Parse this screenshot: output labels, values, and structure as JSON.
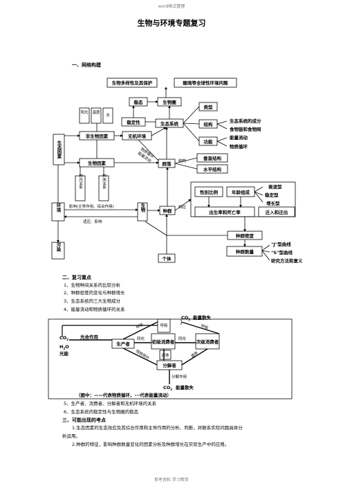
{
  "header": "word格式整理",
  "footer": "参考资料    学习帮手",
  "title": "生物与环境专题复习",
  "section1": "一、网络构建",
  "section2": "二、复习重点",
  "section3": "三、可能出现的考点",
  "focus_points": [
    "1、生物种间关系的比较分析",
    "2、种群密度的变化与种群增长",
    "3、生态系统的三大生物成分",
    "4、能量流动和物质循环的关系"
  ],
  "focus_points_after": [
    "5、生产者、消费者、分解者和无机环境的关系",
    "6、生态系统的稳定性与生物圈的稳态"
  ],
  "exam_points": [
    "1.生态因素的生态效应及其综合作用和主导作用的分析、判断，并联系实际问题具体分",
    "析运用。",
    "2.种群的特征，影响种群数量变化的因素分析及种群增长在实际生产中的应用。"
  ],
  "concept_map": {
    "biodiversity": "生物多样性及其保护",
    "global_env": "酸雨等全球性环境问题",
    "steady_state": "稳态",
    "biosphere": "生物圈",
    "light": "阳光",
    "temperature": "温度",
    "water": "水",
    "stability": "稳定性",
    "ecosystem": "生态系统",
    "types": "类型",
    "structure": "结构",
    "function": "功能",
    "eco_components": "生态系统的成分",
    "food_chain_web": "食物链和食物网",
    "energy_flow": "能量流动",
    "material_cycle": "物质循环",
    "abiotic_factors": "非生物因素",
    "inorganic_env": "无机环境",
    "eco_factors": "生态因素",
    "material_cycle_diag": "物质循环",
    "energy_flow_diag": "能量流动",
    "vertical_structure": "垂直结构",
    "horizontal_structure": "水平结构",
    "biotic_factors": "生物因素",
    "community": "群落",
    "structure_label": "结构",
    "intraspecific": "种内关系",
    "interspecific": "种间关系",
    "sex_ratio": "性别比例",
    "age_structure": "年龄组成",
    "declining": "衰退型",
    "stable": "稳定型",
    "growing": "增长型",
    "environment": "环境",
    "influence": "影响(主导作用、综合作用)",
    "adapt": "适应、影响",
    "organism": "生物",
    "population": "种群",
    "characteristics": "特征",
    "birth_death": "出生率和死亡率",
    "migration": "迁入和迁出",
    "pollution": "污染",
    "pop_density": "种群密度",
    "pop_size": "种群数量",
    "j_curve": "\"J\"型曲线",
    "s_curve": "\"S\"型曲线",
    "methods": "研究方法和意义",
    "individual": "个体"
  },
  "cycle_diagram": {
    "co2_top": "CO",
    "sub2": "2",
    "energy_loss": "能量散失",
    "co2_left": "CO",
    "h2o": "H",
    "h2o_o": "O",
    "light": "光能",
    "photosynthesis": "光合作用",
    "producer": "生产者",
    "assimilation": "同化",
    "primary_consumer": "初级消费者",
    "secondary_consumer": "次级消费者",
    "respiration": "呼吸",
    "respiration_left": "呼吸",
    "respiration_right": "呼吸",
    "remains": "遗体",
    "remains2": "遗体",
    "remains3": "残枝败叶",
    "decomposer": "分解者",
    "decomp_action": "分解作用",
    "co2_bottom": "CO",
    "energy_loss_bottom": "能量散失",
    "legend": "（图中：——代表物质循环，-·-代表能量流动）"
  }
}
